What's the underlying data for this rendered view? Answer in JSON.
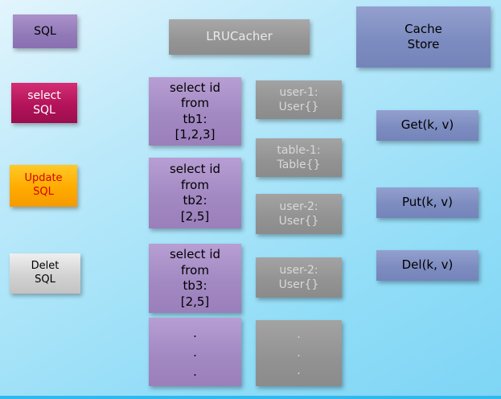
{
  "diagram": {
    "sql_sources": [
      {
        "label": "SQL"
      },
      {
        "label": "select\nSQL"
      },
      {
        "label": "Update\nSQL"
      },
      {
        "label": "Delet\nSQL"
      }
    ],
    "lru_cacher": {
      "label": "LRUCacher"
    },
    "queries": [
      {
        "label": "select id\nfrom\ntb1:\n[1,2,3]"
      },
      {
        "label": "select id\nfrom\ntb2:\n[2,5]"
      },
      {
        "label": "select id\nfrom\ntb3:\n[2,5]"
      },
      {
        "label": ".\n.\n."
      }
    ],
    "cache_entries": [
      {
        "label": "user-1:\nUser{}"
      },
      {
        "label": "table-1:\nTable{}"
      },
      {
        "label": "user-2:\nUser{}"
      },
      {
        "label": "user-2:\nUser{}"
      },
      {
        "label": ".\n.\n."
      }
    ],
    "cache_store": {
      "label": "Cache\nStore"
    },
    "operations": [
      {
        "label": "Get(k, v)"
      },
      {
        "label": "Put(k, v)"
      },
      {
        "label": "Del(k, v)"
      }
    ],
    "colors": {
      "background_top": "#e3f5fd",
      "background_bottom": "#7ed5f5",
      "sql_box": "#9179b8",
      "select_sql_box": "#b3135a",
      "update_sql_box": "#ffab00",
      "update_sql_text": "#d40000",
      "delete_sql_box": "#d2d2d2",
      "lru_cacher_box": "#949494",
      "query_box": "#a389c2",
      "cache_entry_box": "#929292",
      "operation_box": "#7d8cc0"
    }
  }
}
